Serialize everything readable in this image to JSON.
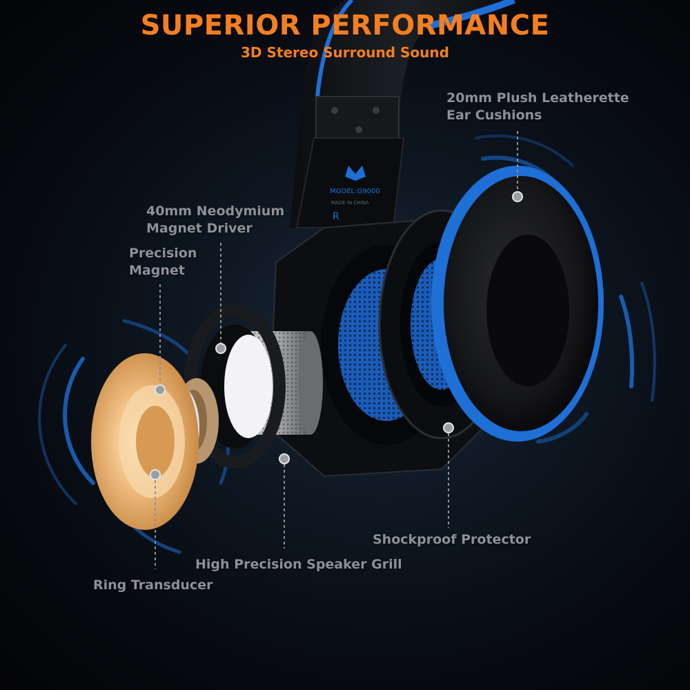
{
  "header": {
    "title": "SUPERIOR PERFORMANCE",
    "subtitle": "3D Stereo Surround Sound"
  },
  "product": {
    "model_text": "MODEL:G9000",
    "made_in_text": "MADE IN CHINA",
    "side_mark": "R"
  },
  "callouts": {
    "ear_cushions": {
      "line1": "20mm Plush Leatherette",
      "line2": "Ear Cushions"
    },
    "driver": {
      "line1": "40mm Neodymium",
      "line2": "Magnet Driver"
    },
    "magnet": {
      "line1": "Precision",
      "line2": "Magnet"
    },
    "shockproof": {
      "line1": "Shockproof Protector"
    },
    "speaker_grill": {
      "line1": "High Precision Speaker Grill"
    },
    "ring_transducer": {
      "line1": "Ring Transducer"
    }
  },
  "colors": {
    "title": "#f57f1f",
    "subtitle": "#f57f1f",
    "accent_blue": "#1e6fd6",
    "label_text": "#8e9195",
    "leader_line": "#8e9195"
  }
}
